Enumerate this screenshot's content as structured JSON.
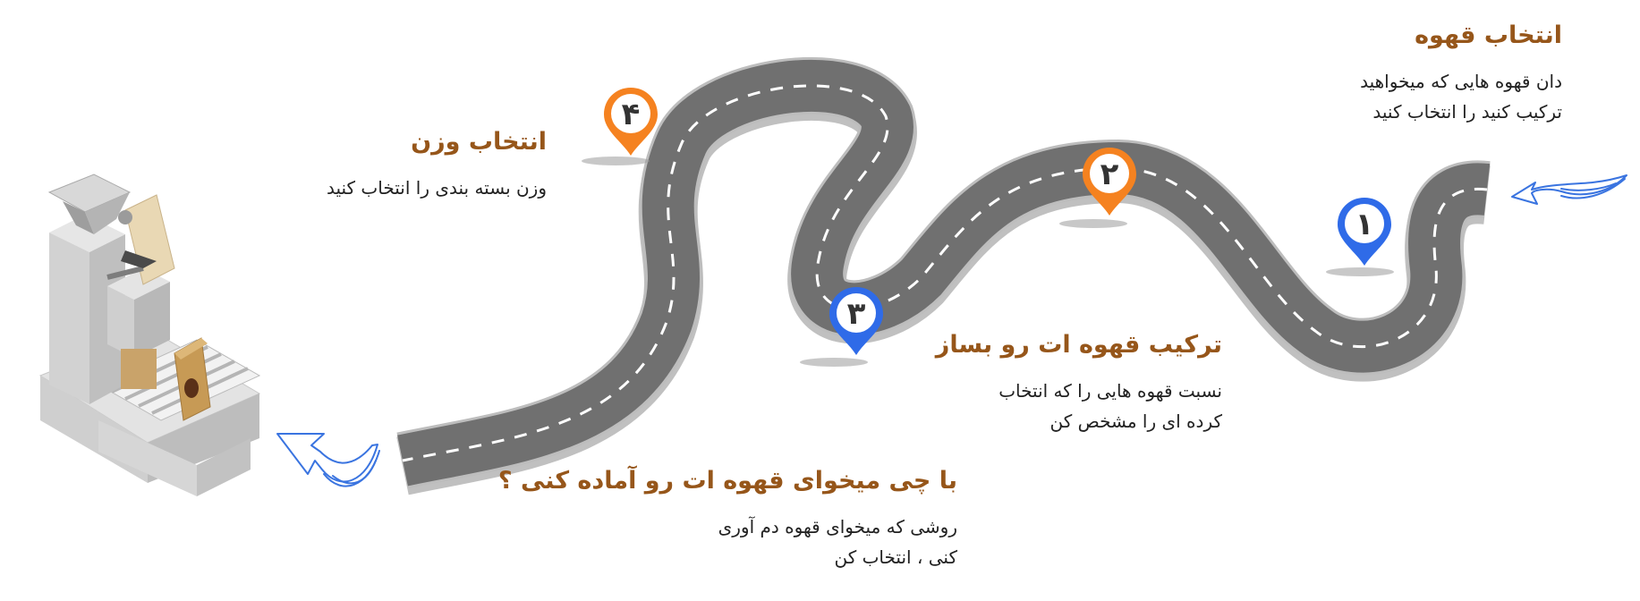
{
  "colors": {
    "title": "#96561a",
    "text": "#222222",
    "road": "#6f6f6f",
    "road_edge": "#bdbdbd",
    "lane": "#ffffff",
    "pin_blue": "#2f6be8",
    "pin_orange": "#f58220",
    "arrow": "#3a74e0"
  },
  "pins": [
    {
      "number": "۱",
      "color": "blue"
    },
    {
      "number": "۲",
      "color": "orange"
    },
    {
      "number": "۳",
      "color": "blue"
    },
    {
      "number": "۴",
      "color": "orange"
    }
  ],
  "steps": [
    {
      "title": "انتخاب قهوه",
      "desc": [
        "دان قهوه هایی که میخواهید",
        "ترکیب کنید را انتخاب کنید"
      ]
    },
    {
      "title": "ترکیب قهوه ات رو بساز",
      "desc": [
        "نسبت قهوه هایی را که انتخاب",
        "کرده ای را مشخص کن"
      ]
    },
    {
      "title": "با چی میخوای قهوه ات رو آماده کنی ؟",
      "desc": [
        "روشی که میخوای قهوه دم آوری",
        "کنی ، انتخاب کن"
      ]
    },
    {
      "title": "انتخاب وزن",
      "desc": [
        "وزن بسته بندی را انتخاب کنید"
      ]
    }
  ],
  "icons": {
    "start_arrow": "hand-drawn-arrow-icon",
    "end_arrow": "hand-drawn-arrow-icon",
    "machine": "coffee-packaging-machine-icon"
  }
}
